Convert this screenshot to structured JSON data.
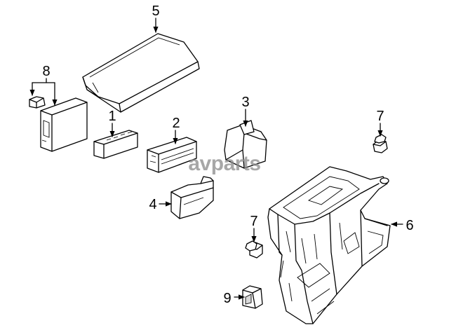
{
  "watermark": "avparts",
  "callouts": {
    "c1": "1",
    "c2": "2",
    "c3": "3",
    "c4": "4",
    "c5": "5",
    "c6": "6",
    "c7a": "7",
    "c7b": "7",
    "c8": "8",
    "c9": "9"
  }
}
